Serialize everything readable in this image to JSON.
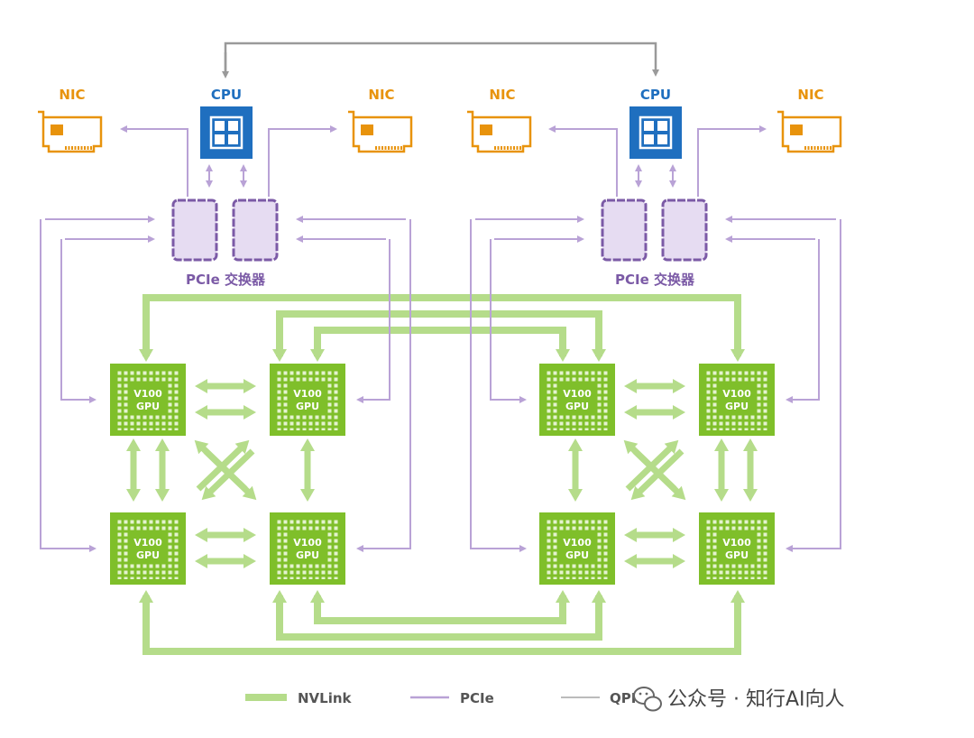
{
  "labels": {
    "nic": "NIC",
    "cpu": "CPU",
    "pcie_switch": "PCIe 交换器",
    "gpu_line1": "V100",
    "gpu_line2": "GPU"
  },
  "legend": {
    "nvlink": "NVLink",
    "pcie": "PCIe",
    "qpi": "QPI"
  },
  "watermark": {
    "text": "公众号 · 知行AI向人"
  },
  "colors": {
    "nvlink": "#b5dc8a",
    "pcie": "#b9a2d6",
    "qpi": "#9a9a9a",
    "gpu": "#7fbf2a",
    "cpu": "#1f6fbf",
    "nic": "#e8930c",
    "switch": "#7b5aa6"
  }
}
